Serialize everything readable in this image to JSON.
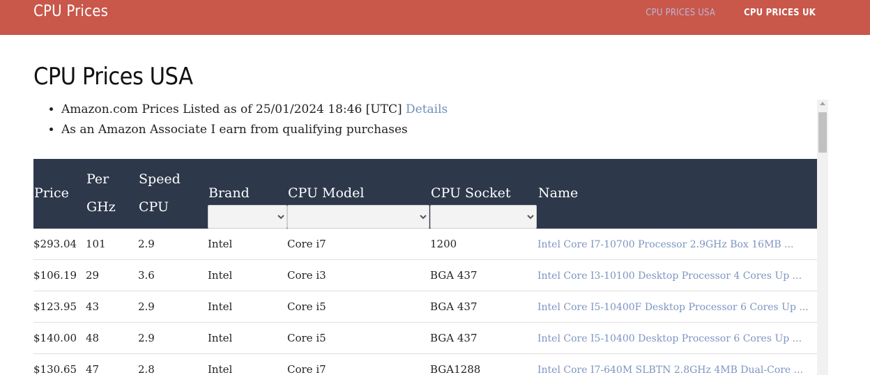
{
  "header": {
    "brand": "CPU Prices",
    "nav": [
      {
        "label": "CPU PRICES USA",
        "active": true
      },
      {
        "label": "CPU PRICES UK",
        "active": false
      }
    ]
  },
  "main": {
    "title": "CPU Prices USA",
    "notes": {
      "prices_text": "Amazon.com Prices Listed as of 25/01/2024 18:46 [UTC]",
      "details_link": "Details",
      "associate_text": "As an Amazon Associate I earn from qualifying purchases"
    },
    "table": {
      "columns": {
        "price": "Price",
        "per_ghz_1": "Per",
        "per_ghz_2": "GHz",
        "speed_1": "Speed",
        "speed_2": "CPU",
        "brand": "Brand",
        "model": "CPU Model",
        "socket": "CPU Socket",
        "name": "Name"
      },
      "filters": {
        "brand": "",
        "model": "",
        "socket": ""
      },
      "rows": [
        {
          "price": "$293.04",
          "per_ghz": "101",
          "speed": "2.9",
          "brand": "Intel",
          "model": "Core i7",
          "socket": "1200",
          "name": "Intel Core I7-10700 Processor 2.9GHz Box 16MB ..."
        },
        {
          "price": "$106.19",
          "per_ghz": "29",
          "speed": "3.6",
          "brand": "Intel",
          "model": "Core i3",
          "socket": "BGA 437",
          "name": "Intel Core I3-10100 Desktop Processor 4 Cores Up ..."
        },
        {
          "price": "$123.95",
          "per_ghz": "43",
          "speed": "2.9",
          "brand": "Intel",
          "model": "Core i5",
          "socket": "BGA 437",
          "name": "Intel Core I5-10400F Desktop Processor 6 Cores Up ..."
        },
        {
          "price": "$140.00",
          "per_ghz": "48",
          "speed": "2.9",
          "brand": "Intel",
          "model": "Core i5",
          "socket": "BGA 437",
          "name": "Intel Core I5-10400 Desktop Processor 6 Cores Up ..."
        },
        {
          "price": "$130.65",
          "per_ghz": "47",
          "speed": "2.8",
          "brand": "Intel",
          "model": "Core i7",
          "socket": "BGA1288",
          "name": "Intel Core I7-640M SLBTN 2.8GHz 4MB Dual-Core ..."
        }
      ]
    }
  },
  "colors": {
    "header_bg": "#c9574a",
    "table_header_bg": "#2e384b",
    "link": "#7d95c1",
    "nav_active": "#b9b6d8"
  }
}
